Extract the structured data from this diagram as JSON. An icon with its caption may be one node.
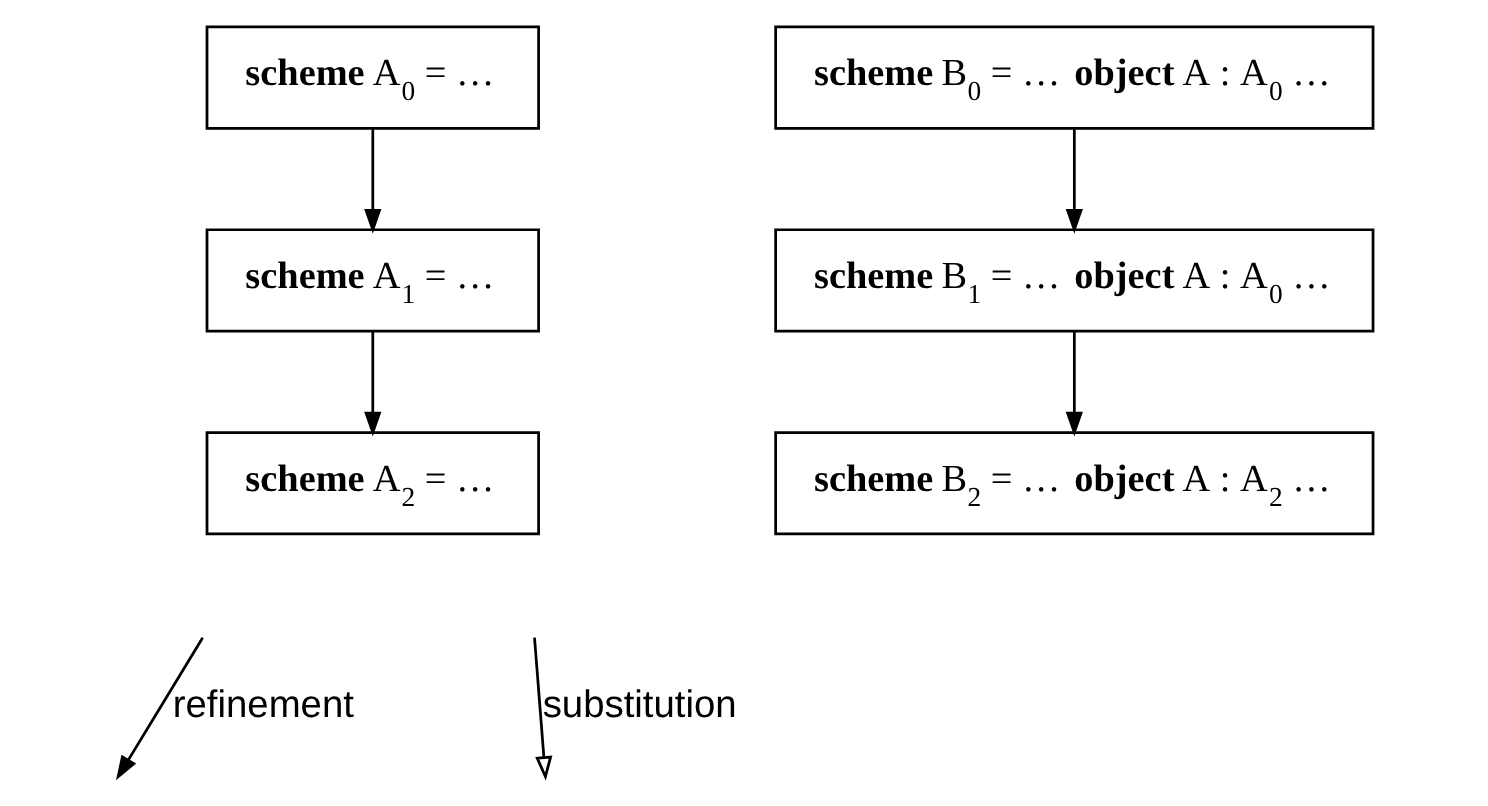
{
  "diagram": {
    "nodes": [
      {
        "text": [
          "**scheme** A$_{0}$ = …"
        ]
      },
      {
        "text": [
          "**scheme** A$_{1}$ = …"
        ]
      },
      {
        "text": [
          "**scheme** A$_{2}$ = …"
        ]
      },
      {
        "text": [
          "**scheme** B$_{0}$ = … **object** A : A$_{0}$ …"
        ]
      },
      {
        "text": [
          "**scheme** B$_{1}$ = … **object** A : A$_{0}$ …"
        ]
      },
      {
        "text": [
          "**scheme** B$_{2}$ = … **object** A : A$_{2}$ …"
        ]
      }
    ],
    "edges": [
      {
        "from": 0,
        "to": 1,
        "arrow": "to"
      },
      {
        "from": 1,
        "to": 2,
        "arrow": "to"
      },
      {
        "from": 3,
        "to": 4,
        "arrow": "to"
      },
      {
        "from": 4,
        "to": 5,
        "arrow": "to"
      }
    ],
    "legend": [
      {
        "text": "refinement"
      },
      {
        "text": "substitution"
      }
    ]
  }
}
